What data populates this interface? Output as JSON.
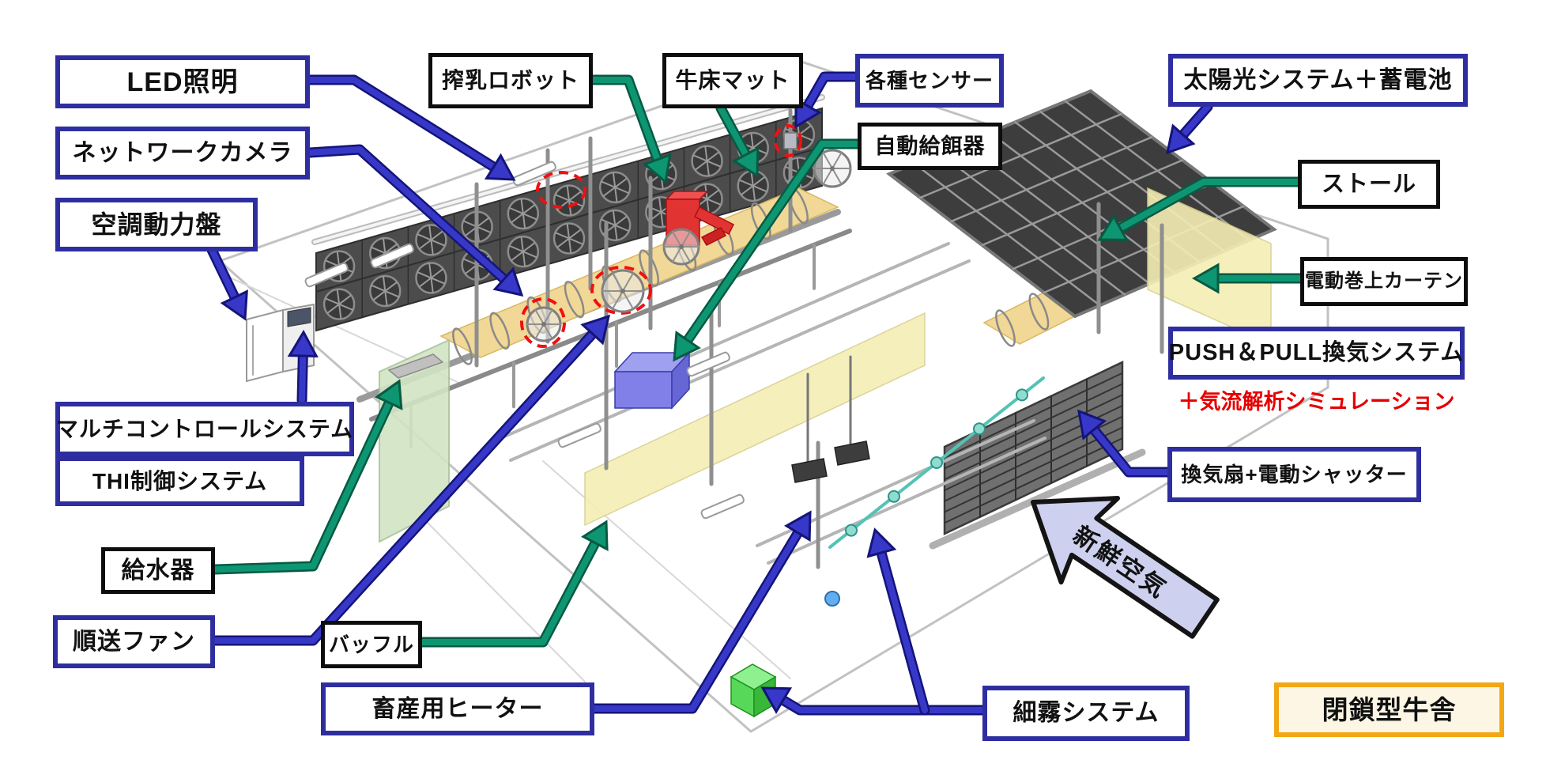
{
  "diagram": {
    "title_badge": "閉鎖型牛舎",
    "labels": {
      "led": "LED照明",
      "network_camera": "ネットワークカメラ",
      "ac_power_panel": "空調動力盤",
      "multi_control": "マルチコントロールシステム",
      "thi_control": "THI制御システム",
      "water_feeder": "給水器",
      "relay_fan": "順送ファン",
      "milking_robot": "搾乳ロボット",
      "cow_bed_mat": "牛床マット",
      "sensors": "各種センサー",
      "auto_feeder": "自動給餌器",
      "solar_battery": "太陽光システム＋蓄電池",
      "stall": "ストール",
      "electric_curtain": "電動巻上カーテン",
      "push_pull": "PUSH＆PULL換気システム",
      "airflow_sim": "＋気流解析シミュレーション",
      "vent_fan_shutter": "換気扇+電動シャッター",
      "baffle": "バッフル",
      "livestock_heater": "畜産用ヒーター",
      "mist_system": "細霧システム",
      "fresh_air": "新鮮空気",
      "closed_barn": "閉鎖型牛舎"
    },
    "colors": {
      "blue_box_border": "#2e2ea0",
      "black_box_border": "#0d0d0d",
      "badge_border": "#f2a713",
      "badge_bg": "#fdf6e4",
      "blue_arrow": "#3838c8",
      "blue_arrow_dark": "#14147a",
      "green_arrow": "#0e9672",
      "green_arrow_dark": "#075a43",
      "red_accent": "#e60000",
      "highlight_red": "#f01010",
      "fresh_air_fill": "#cdd0ee",
      "solar_dark": "#3d3d3d",
      "mat_yellow": "#f2d897",
      "curtain_yellow": "#f5eeb4",
      "panel_green": "#d2e4c4",
      "structure_gray": "#c2c2c2"
    }
  }
}
